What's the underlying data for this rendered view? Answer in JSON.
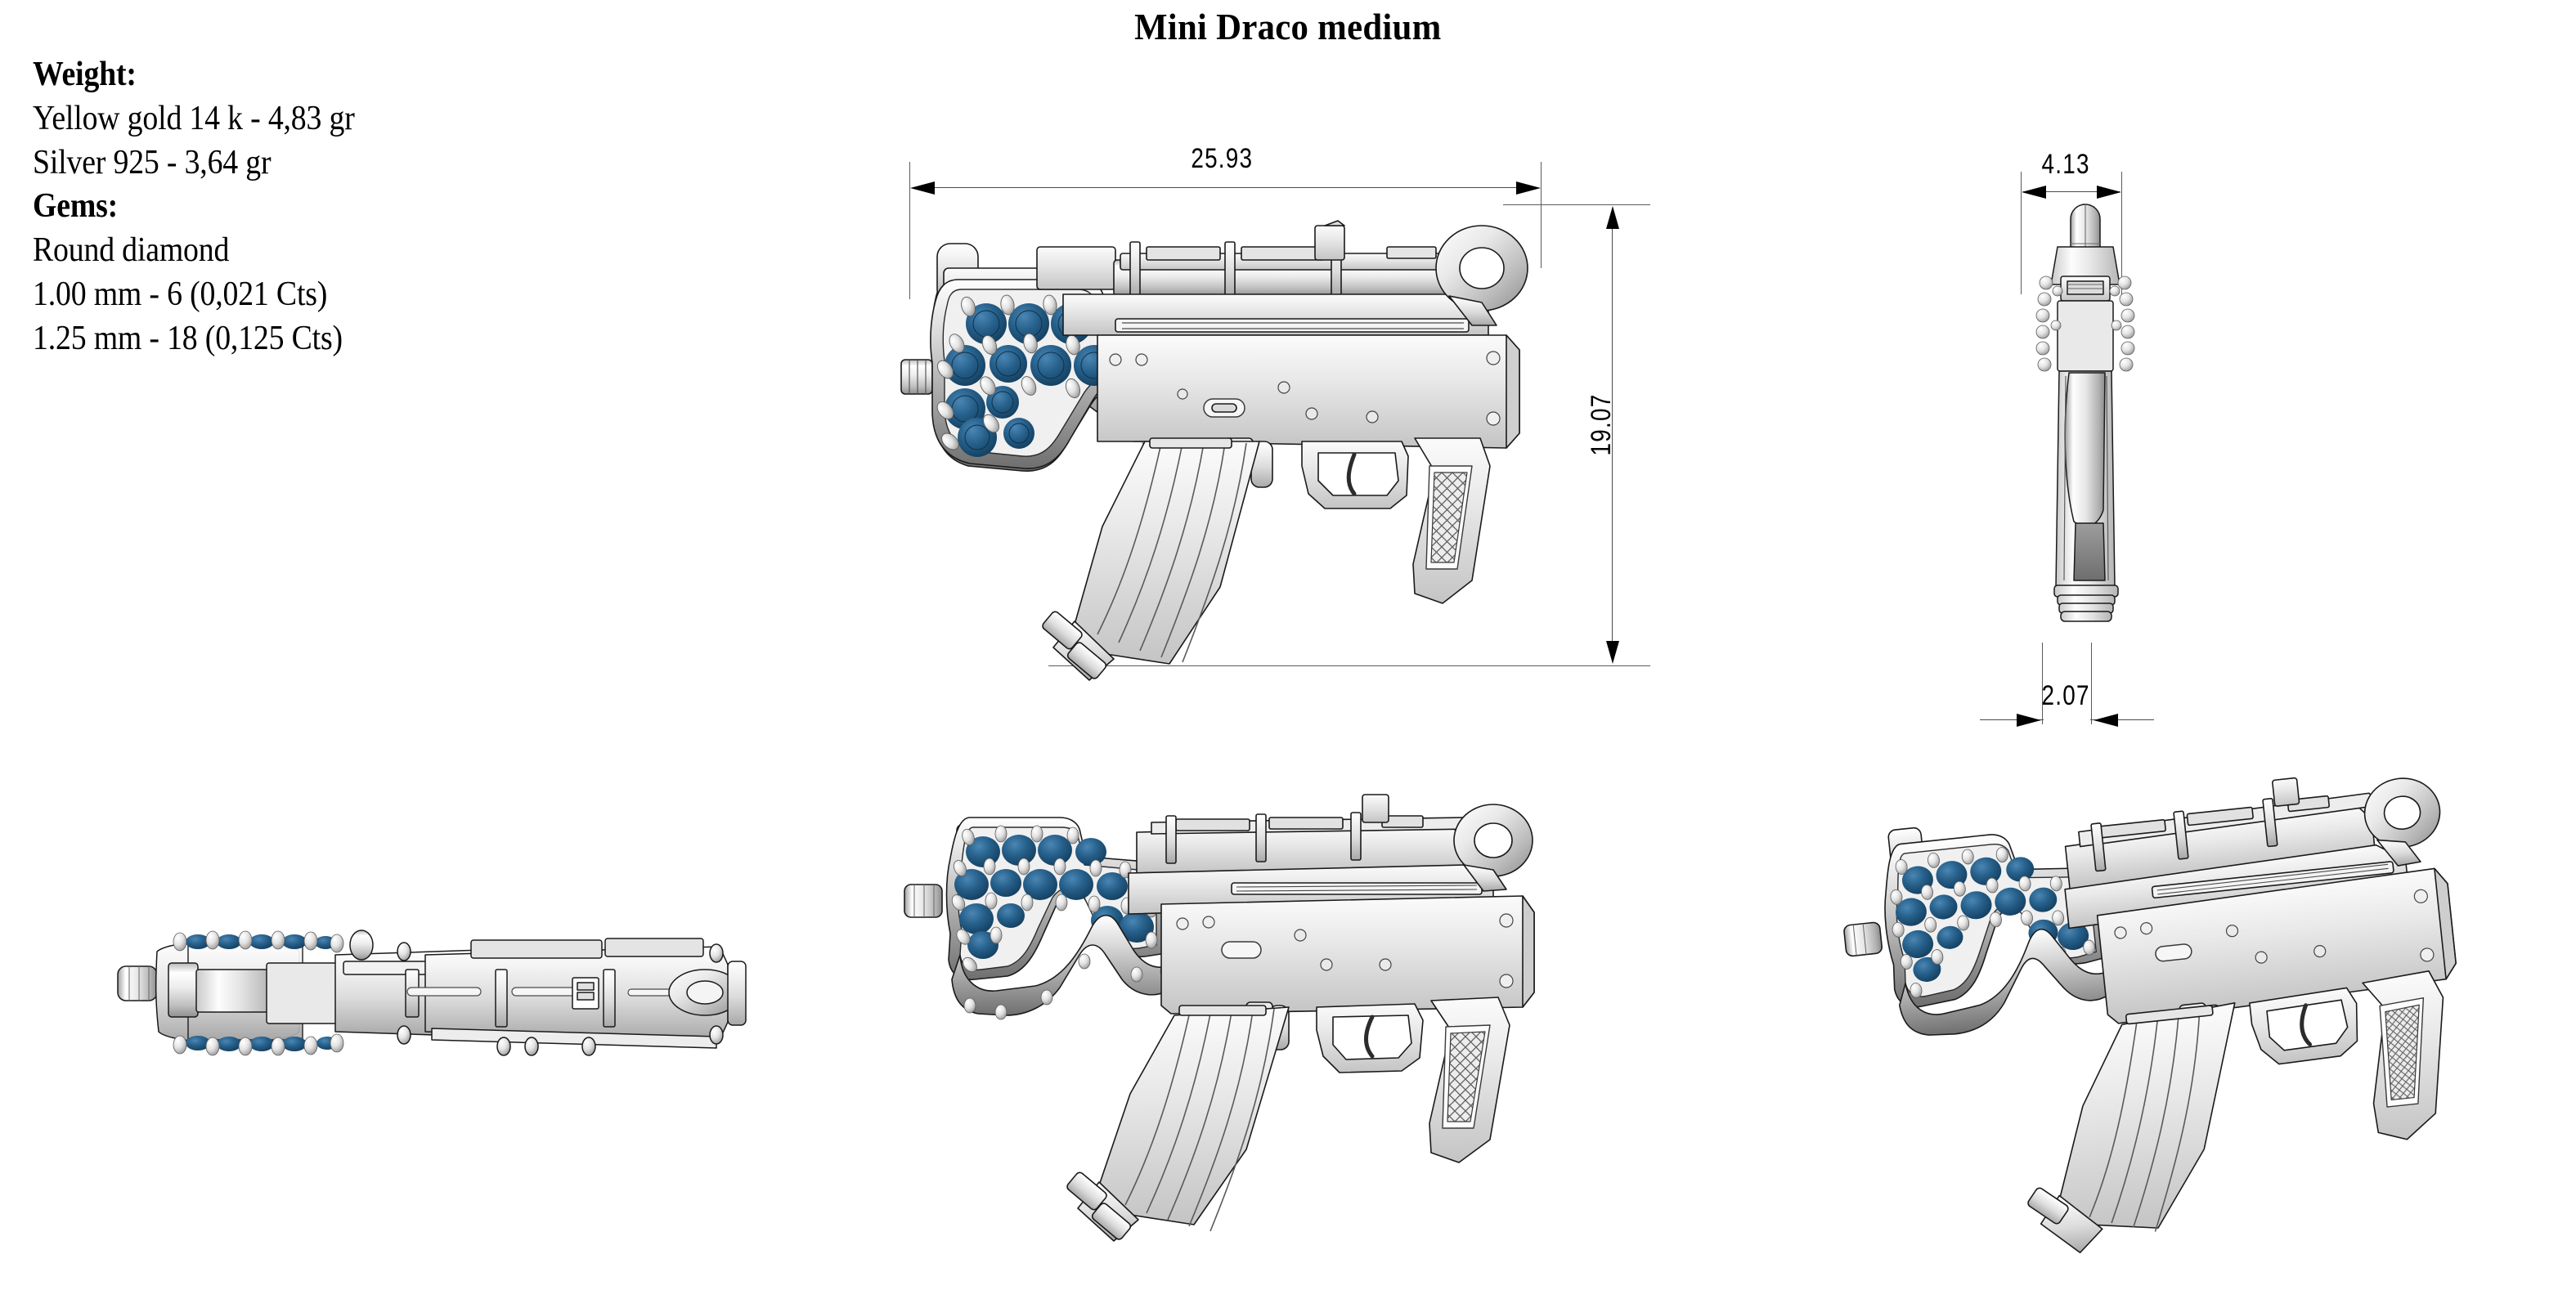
{
  "title": "Mini Draco medium",
  "spec": {
    "weight_heading": "Weight:",
    "weight_lines": [
      "Yellow gold 14 k - 4,83 gr",
      "Silver 925 - 3,64 gr"
    ],
    "gems_heading": "Gems:",
    "gems_lines": [
      "Round diamond",
      "1.00 mm - 6 (0,021 Cts)",
      "1.25 mm - 18 (0,125 Cts)"
    ]
  },
  "dimensions": {
    "overall_length": "25.93",
    "overall_height": "19.07",
    "top_width": "4.13",
    "bottom_width": "2.07"
  },
  "views": {
    "front_elevation": "front-elevation-view",
    "top_plan": "top-plan-view",
    "bottom_plan": "bottom-plan-view",
    "perspective_left": "perspective-view-left",
    "perspective_right": "perspective-view-right"
  },
  "colors": {
    "gem_blue": "#21597f",
    "gem_blue_dark": "#123c5c",
    "metal_light": "#f2f2f2",
    "metal_mid": "#d8d8d8",
    "metal_dark": "#9a9a9a",
    "outline": "#1a1a1a",
    "dimension_line": "#4a4a4a"
  },
  "gems": {
    "count_small": 6,
    "count_large": 18
  }
}
